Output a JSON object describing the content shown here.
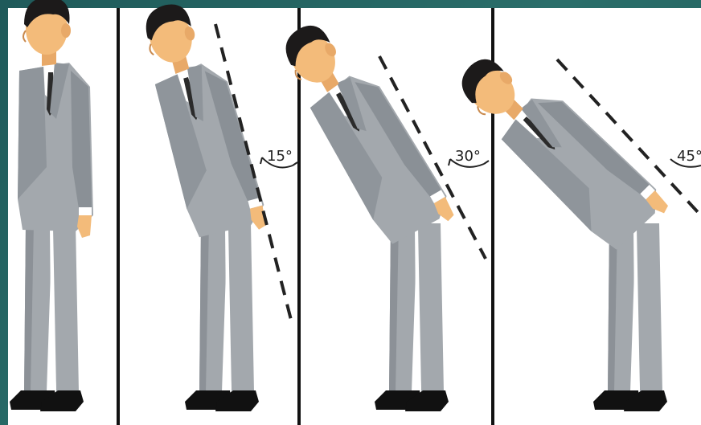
{
  "panels": [
    {
      "angle_label": ""
    },
    {
      "angle_label": "15°"
    },
    {
      "angle_label": "30°"
    },
    {
      "angle_label": "45°"
    }
  ],
  "colors": {
    "suit": "#a3a8ad",
    "suit_shadow": "#7f858b",
    "skin": "#f3bb7a",
    "hair": "#1c1a1a",
    "shoes": "#111111",
    "dashed_line": "#222222",
    "background_frame": "#ffffff",
    "border": "#1f5a5a"
  },
  "icons": {
    "figure": "bowing-businessman-icon",
    "angle_arc": "angle-arc-icon"
  }
}
